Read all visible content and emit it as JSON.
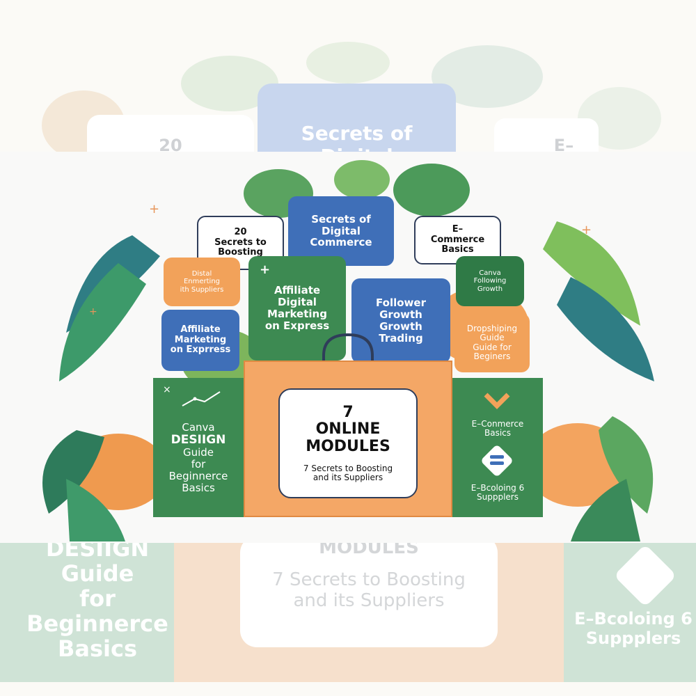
{
  "background": {
    "top_cards": [
      {
        "lines": [
          "20"
        ]
      },
      {
        "lines": [
          "Secrets of",
          "Digital"
        ]
      },
      {
        "lines": [
          "E–"
        ]
      }
    ],
    "bottom_left_lines": [
      "DESIIGN",
      "Guide",
      "for",
      "Beginnerce",
      "Basics"
    ],
    "bottom_center_lines": [
      "MODULES",
      "7 Secrets to Boosting",
      "and its Suppliers"
    ],
    "bottom_right_lines": [
      "E–Bcoloing 6",
      "Suppplers"
    ]
  },
  "cards": {
    "secrets_boosting": [
      "20",
      "Secrets to",
      "Boosting"
    ],
    "secrets_digital": [
      "Secrets of",
      "Digital",
      "Commerce"
    ],
    "ecommerce_top": [
      "E–",
      "Commerce",
      "Basics"
    ],
    "small_orange": [
      "Distal",
      "Enmerting",
      "ith Suppliers"
    ],
    "affiliate_center": [
      "Affiliate",
      "Digital",
      "Marketing",
      "on Express"
    ],
    "follower": [
      "Follower",
      "Growth",
      "Growth",
      "Trading"
    ],
    "canva_following": [
      "Canva",
      "Following",
      "Growth"
    ],
    "affiliate_left": [
      "Affiliate",
      "Marketing",
      "on Exprress"
    ],
    "dropshipping": [
      "Dropshiping",
      "Guide",
      "Guide for",
      "Beginers"
    ],
    "canva_design": [
      "Canva",
      "DESIIGN",
      "Guide",
      "for",
      "Beginnerce",
      "Basics"
    ],
    "ecommerce_right": [
      "E–Conmerce",
      "Basics"
    ],
    "ebcoloing_right": [
      "E–Bcoloing 6",
      "Suppplers"
    ]
  },
  "main_box": {
    "number": "7",
    "title_line1": "ONLINE",
    "title_line2": "MODULES",
    "subtitle_line1": "7 Secrets to Boosting",
    "subtitle_line2": "and its Suppliers"
  },
  "colors": {
    "blue": "#3f6fb8",
    "green": "#3d8a52",
    "orange": "#f2a25a",
    "dark_green": "#2f7a46",
    "bag_orange": "#f4a766"
  }
}
